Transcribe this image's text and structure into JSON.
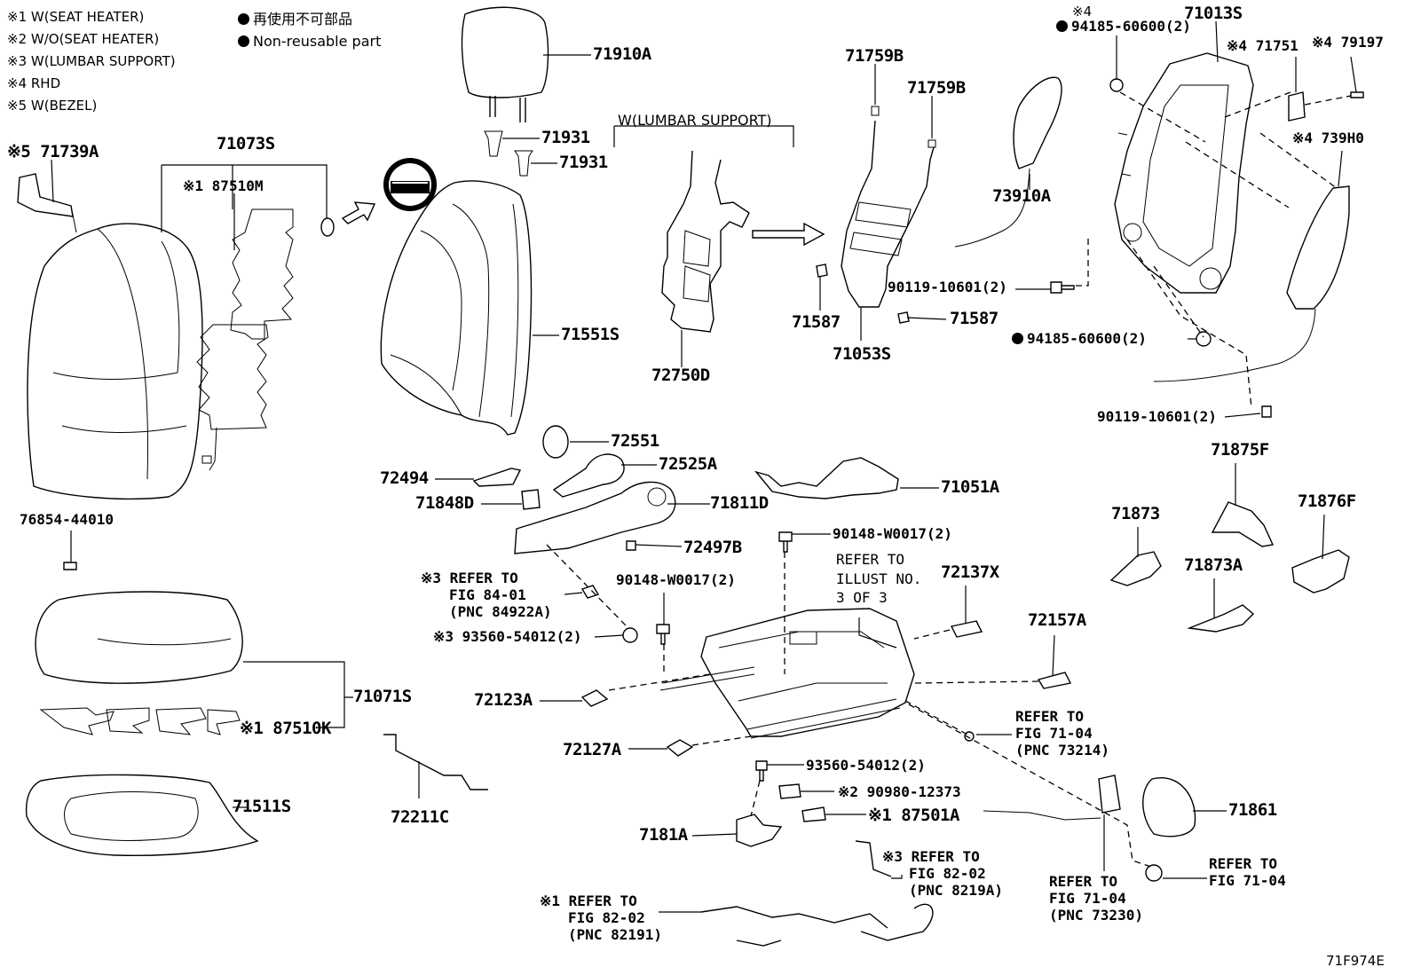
{
  "legend": {
    "notes": [
      "※1 W(SEAT HEATER)",
      "※2 W/O(SEAT HEATER)",
      "※3 W(LUMBAR SUPPORT)",
      "※4 RHD",
      "※5 W(BEZEL)"
    ],
    "nonreusable_jp": "再使用不可部品",
    "nonreusable_en": "Non-reusable part"
  },
  "group_label": "W(LUMBAR SUPPORT)",
  "refer_illust": [
    "REFER TO",
    "ILLUST NO.",
    "3 OF 3"
  ],
  "refs": {
    "r1": [
      "※3 REFER TO",
      "FIG 84-01",
      "(PNC 84922A)"
    ],
    "r2": [
      "REFER TO",
      "FIG 71-04",
      "(PNC 73214)"
    ],
    "r3": [
      "※3 REFER TO",
      "FIG 82-02",
      "(PNC 8219A)"
    ],
    "r4": [
      "※1 REFER TO",
      "FIG 82-02",
      "(PNC 82191)"
    ],
    "r5": [
      "REFER TO",
      "FIG 71-04",
      "(PNC 73230)"
    ],
    "r6": [
      "REFER TO",
      "FIG 71-04"
    ]
  },
  "parts": {
    "p71739A": "※5 71739A",
    "p71073S": "71073S",
    "p87510M": "※1 87510M",
    "p71910A": "71910A",
    "p71931a": "71931",
    "p71931b": "71931",
    "p71551S": "71551S",
    "p72750D": "72750D",
    "p71759Ba": "71759B",
    "p71759Bb": "71759B",
    "p71587a": "71587",
    "p71587b": "71587",
    "p71053S": "71053S",
    "p90119a": "90119-10601(2)",
    "p94185a": "94185-60600(2)",
    "p94185b": "94185-60600(2)",
    "p94185b_note": "※4",
    "p71013S": "71013S",
    "p71751": "※4 71751",
    "p79197": "※4 79197",
    "p73910A": "73910A",
    "p739H0": "※4 739H0",
    "p90119b": "90119-10601(2)",
    "p76854": "76854-44010",
    "p72551": "72551",
    "p72525A": "72525A",
    "p72494": "72494",
    "p71848D": "71848D",
    "p71811D": "71811D",
    "p71051A": "71051A",
    "p72497B": "72497B",
    "p90148a": "90148-W0017(2)",
    "p90148b": "90148-W0017(2)",
    "p72137X": "72137X",
    "p71875F": "71875F",
    "p71873": "71873",
    "p71876F": "71876F",
    "p71873A": "71873A",
    "p93560a": "※3 93560-54012(2)",
    "p72157A": "72157A",
    "p71071S": "71071S",
    "p87510K": "※1 87510K",
    "p72123A": "72123A",
    "p72127A": "72127A",
    "p93560b": "93560-54012(2)",
    "p90980": "※2 90980-12373",
    "p87501A": "※1 87501A",
    "p71511S": "71511S",
    "p72211C": "72211C",
    "p7181A": "7181A",
    "p71861": "71861"
  },
  "figure_id": "71F974E"
}
